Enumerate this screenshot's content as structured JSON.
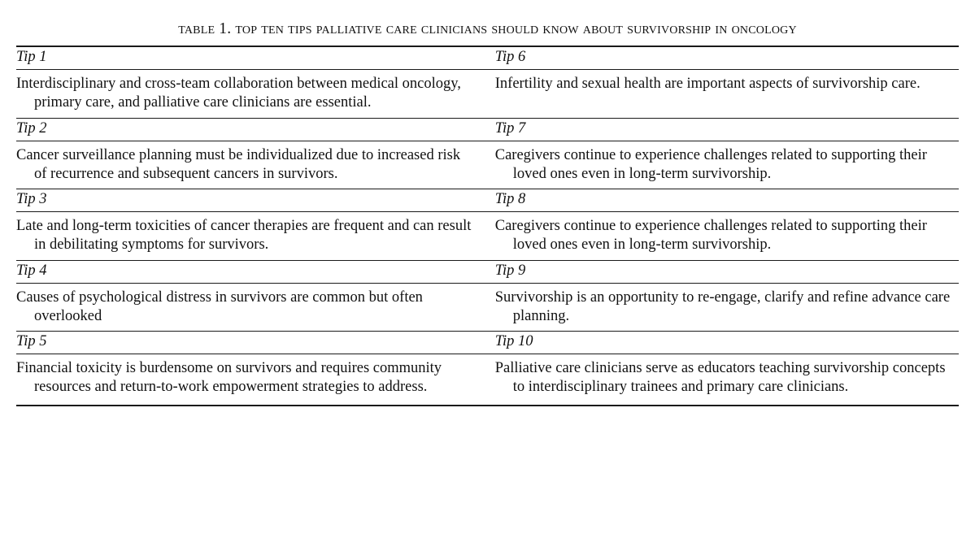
{
  "title": {
    "prefix": "Table 1.",
    "text": "Table 1.  Top Ten Tips Palliative Care Clinicians Should Know About Survivorship in Oncology"
  },
  "table": {
    "columns": [
      {
        "rows": [
          {
            "label": "Tip 1",
            "text": "Interdisciplinary and cross-team collaboration between medical oncology, primary care, and palliative care clinicians are essential."
          },
          {
            "label": "Tip 2",
            "text": "Cancer surveillance planning must be individualized due to increased risk of recurrence and subsequent cancers in survivors."
          },
          {
            "label": "Tip 3",
            "text": "Late and long-term toxicities of cancer therapies are frequent and can result in debilitating symptoms for survivors."
          },
          {
            "label": "Tip 4",
            "text": "Causes of psychological distress in survivors are common but often overlooked"
          },
          {
            "label": "Tip 5",
            "text": "Financial toxicity is burdensome on survivors and requires community resources and return-to-work empowerment strategies to address."
          }
        ]
      },
      {
        "rows": [
          {
            "label": "Tip 6",
            "text": "Infertility and sexual health are important aspects of survivorship care."
          },
          {
            "label": "Tip 7",
            "text": "Caregivers continue to experience challenges related to supporting their loved ones even in long-term survivorship."
          },
          {
            "label": "Tip 8",
            "text": "Caregivers continue to experience challenges related to supporting their loved ones even in long-term survivorship."
          },
          {
            "label": "Tip 9",
            "text": "Survivorship is an opportunity to re-engage, clarify and refine advance care planning."
          },
          {
            "label": "Tip 10",
            "text": "Palliative care clinicians serve as educators teaching survivorship concepts to interdisciplinary trainees and primary care clinicians."
          }
        ]
      }
    ]
  },
  "colors": {
    "rule": "#1a1a1a",
    "text": "#111111",
    "background": "#ffffff"
  }
}
